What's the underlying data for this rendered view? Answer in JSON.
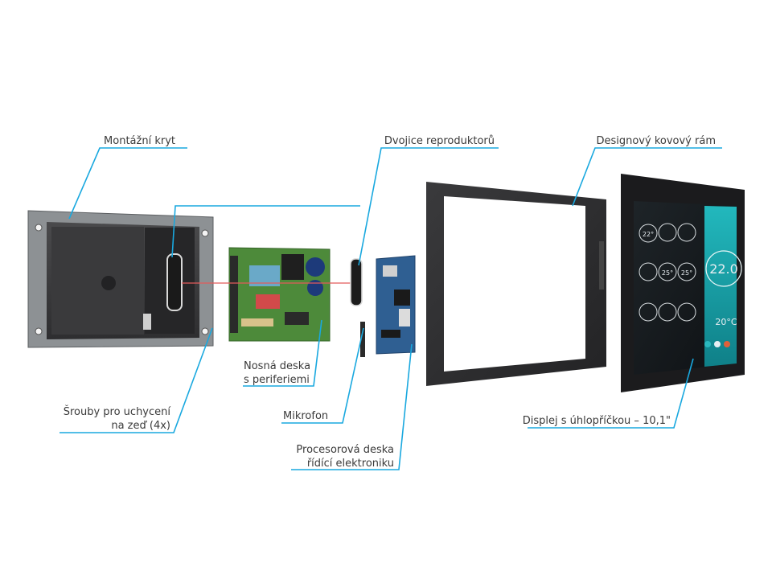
{
  "colors": {
    "leader": "#19a8df",
    "label_text": "#3a3a3a",
    "wire": "#e25b5b",
    "pcb_green": "#4d8a3a",
    "pcb_blue": "#2f5f92",
    "frame": "#2d2d2f",
    "display_teal": "#14a3a8"
  },
  "labels": {
    "mounting_cover": "Montážní kryt",
    "wall_screws_line1": "Šrouby pro uchycení",
    "wall_screws_line2": "na zeď (4x)",
    "carrier_board_line1": "Nosná deska",
    "carrier_board_line2": "s periferiemi",
    "speakers": "Dvojice reproduktorů",
    "microphone": "Mikrofon",
    "processor_board_line1": "Procesorová deska",
    "processor_board_line2": "řídící elektroniku",
    "metal_frame": "Designový kovový rám",
    "display": "Displej s úhlopříčkou – 10,1\""
  },
  "display_ui": {
    "temp_big": "22.0",
    "temp_small": "20°C",
    "tile_values": [
      "22°",
      "25°",
      "25°"
    ]
  }
}
